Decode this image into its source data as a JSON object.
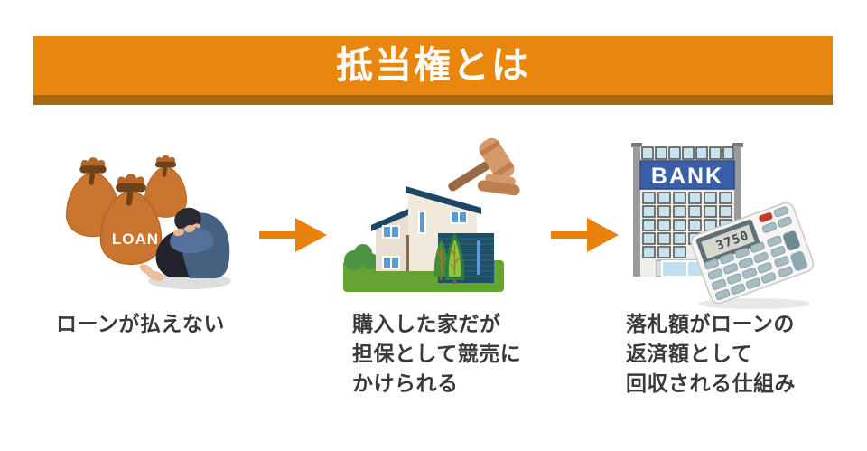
{
  "banner": {
    "title": "抵当権とは",
    "bg_color": "#E8860E",
    "shadow_color": "#A5690F",
    "text_color": "#FFFFFF"
  },
  "arrow_color": "#E8820C",
  "caption_color": "#3A3A3A",
  "steps": [
    {
      "name": "loan-unpaid",
      "illustration": "money-bags-and-crouching-person",
      "labels": {
        "bag": "LOAN"
      },
      "caption_lines": [
        "ローンが払えない"
      ],
      "colors": {
        "bag": "#C9742F",
        "tie": "#6E431C",
        "sweater": "#46607F",
        "pants": "#23232B"
      }
    },
    {
      "name": "house-auction",
      "illustration": "house-with-auction-gavel",
      "caption_lines": [
        "購入した家だが",
        "担保として競売に",
        "かけられる"
      ],
      "colors": {
        "roof": "#1D4566",
        "wall": "#F0EADD",
        "garage": "#1E4F66",
        "grass": "#63A433",
        "gavel": "#D6996B"
      }
    },
    {
      "name": "loan-recovery",
      "illustration": "bank-building-and-calculator",
      "labels": {
        "bank_sign": "BANK",
        "calculator_display": "3750"
      },
      "caption_lines": [
        "落札額がローンの",
        "返済額として",
        "回収される仕組み"
      ],
      "colors": {
        "sign": "#3A5FA8",
        "window": "#C9E2EC",
        "red_key": "#C43C2C",
        "key": "#A7BDC1"
      }
    }
  ]
}
